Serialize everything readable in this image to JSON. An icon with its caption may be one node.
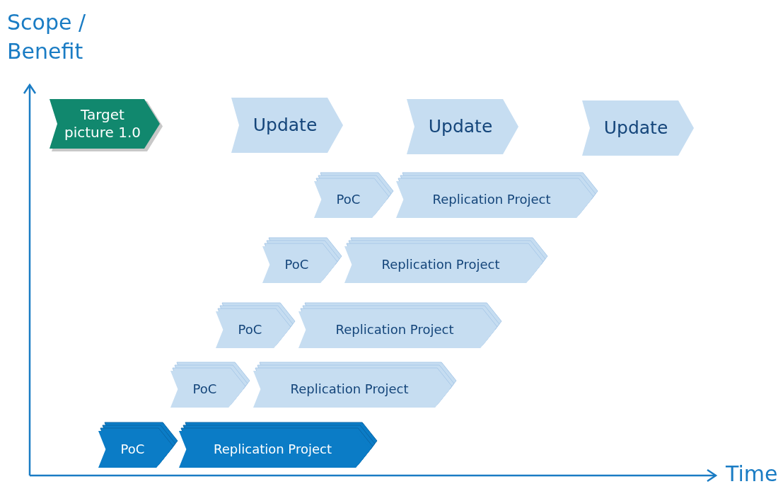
{
  "diagram": {
    "nodes": [
      {
        "text": [
          "Target picture 1.0"
        ]
      },
      {
        "text": [
          "Update"
        ]
      },
      {
        "text": [
          "Update"
        ]
      },
      {
        "text": [
          "Update"
        ]
      },
      {
        "text": [
          "PoC"
        ]
      },
      {
        "text": [
          "Replication Project"
        ]
      },
      {
        "text": [
          "PoC"
        ]
      },
      {
        "text": [
          "Replication Project"
        ]
      },
      {
        "text": [
          "PoC"
        ]
      },
      {
        "text": [
          "Replication Project"
        ]
      },
      {
        "text": [
          "PoC"
        ]
      },
      {
        "text": [
          "Replication Project"
        ]
      },
      {
        "text": [
          "PoC"
        ]
      },
      {
        "text": [
          "Replication Project"
        ]
      }
    ],
    "edges": [],
    "labels": [
      "Scope / Benefit",
      "Time"
    ]
  }
}
